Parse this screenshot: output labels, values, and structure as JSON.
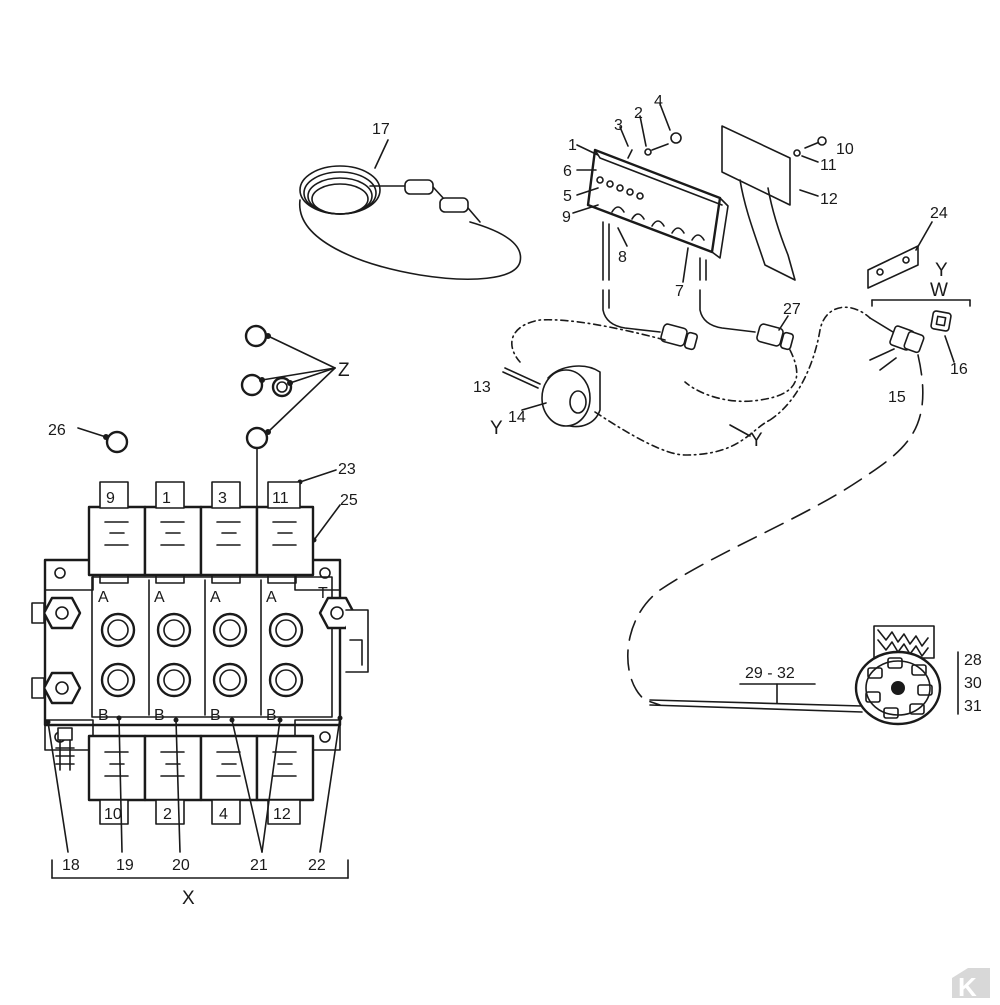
{
  "labels": {
    "l1": "1",
    "l2": "2",
    "l3": "3",
    "l4": "4",
    "l5": "5",
    "l6": "6",
    "l7": "7",
    "l8": "8",
    "l9": "9",
    "l10": "10",
    "l11": "11",
    "l12": "12",
    "l13": "13",
    "l14": "14",
    "l15": "15",
    "l16": "16",
    "l17": "17",
    "l18": "18",
    "l19": "19",
    "l20": "20",
    "l21": "21",
    "l22": "22",
    "l23": "23",
    "l24": "24",
    "l25": "25",
    "l26": "26",
    "l27": "27",
    "l28": "28",
    "l30": "30",
    "l31": "31",
    "l2932": "29 - 32",
    "z": "Z",
    "x": "X",
    "y_top": "Y",
    "w": "W",
    "y_left": "Y",
    "y_cable": "Y"
  },
  "valve": {
    "top_solenoids": [
      "9",
      "1",
      "3",
      "11"
    ],
    "bottom_solenoids": [
      "10",
      "2",
      "4",
      "12"
    ],
    "port_a": "A",
    "port_b": "B",
    "port_t": "T"
  },
  "logo": "K"
}
